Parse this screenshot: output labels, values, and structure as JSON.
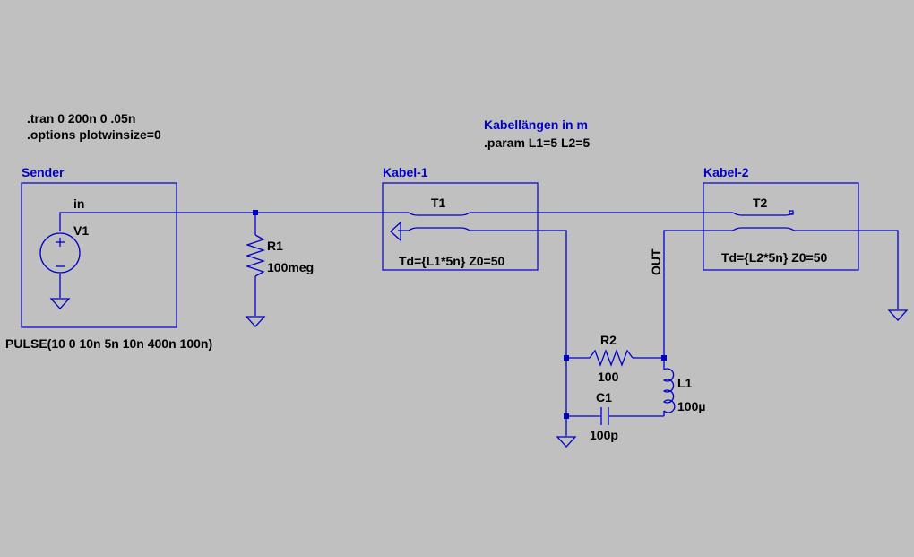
{
  "directives": {
    "tran": ".tran 0 200n 0 .05n",
    "options": ".options plotwinsize=0",
    "comment": "Kabellängen in m",
    "param": ".param L1=5 L2=5"
  },
  "blocks": {
    "sender": "Sender",
    "kabel1": "Kabel-1",
    "kabel2": "Kabel-2"
  },
  "nets": {
    "in": "in",
    "out": "OUT"
  },
  "components": {
    "V1": {
      "name": "V1",
      "value": "PULSE(10 0 10n 5n 10n 400n 100n)"
    },
    "R1": {
      "name": "R1",
      "value": "100meg"
    },
    "T1": {
      "name": "T1",
      "value": "Td={L1*5n} Z0=50"
    },
    "T2": {
      "name": "T2",
      "value": "Td={L2*5n} Z0=50"
    },
    "R2": {
      "name": "R2",
      "value": "100"
    },
    "L1": {
      "name": "L1",
      "value": "100µ"
    },
    "C1": {
      "name": "C1",
      "value": "100p"
    }
  },
  "colors": {
    "background": "#c0c0c0",
    "wire": "#0000c8",
    "text": "#000000",
    "label": "#0000c8"
  }
}
